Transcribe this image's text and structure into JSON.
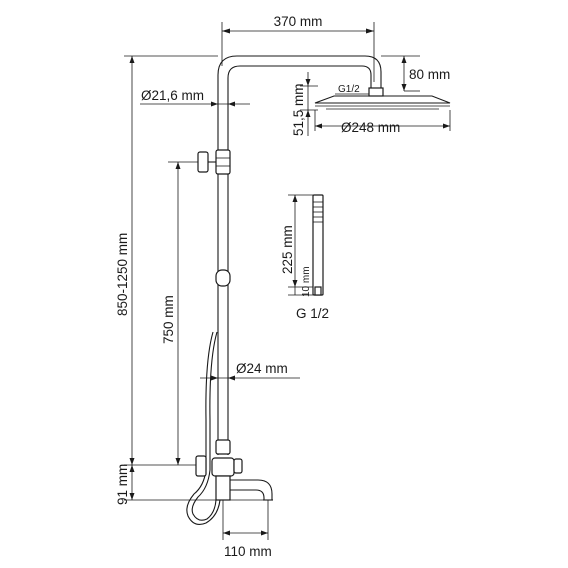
{
  "dimensions": {
    "arm_length": "370 mm",
    "head_drop": "80 mm",
    "pipe_dia_upper": "Ø21,6 mm",
    "head_thread": "G1/2",
    "head_height": "51,5 mm",
    "head_dia": "Ø248 mm",
    "total_height": "850-1250 mm",
    "holder_height": "750 mm",
    "handshower_length": "225 mm",
    "handshower_base": "10 mm",
    "handshower_thread": "G 1/2",
    "pipe_dia_lower": "Ø24 mm",
    "mixer_height": "91 mm",
    "spout_length": "110 mm"
  }
}
